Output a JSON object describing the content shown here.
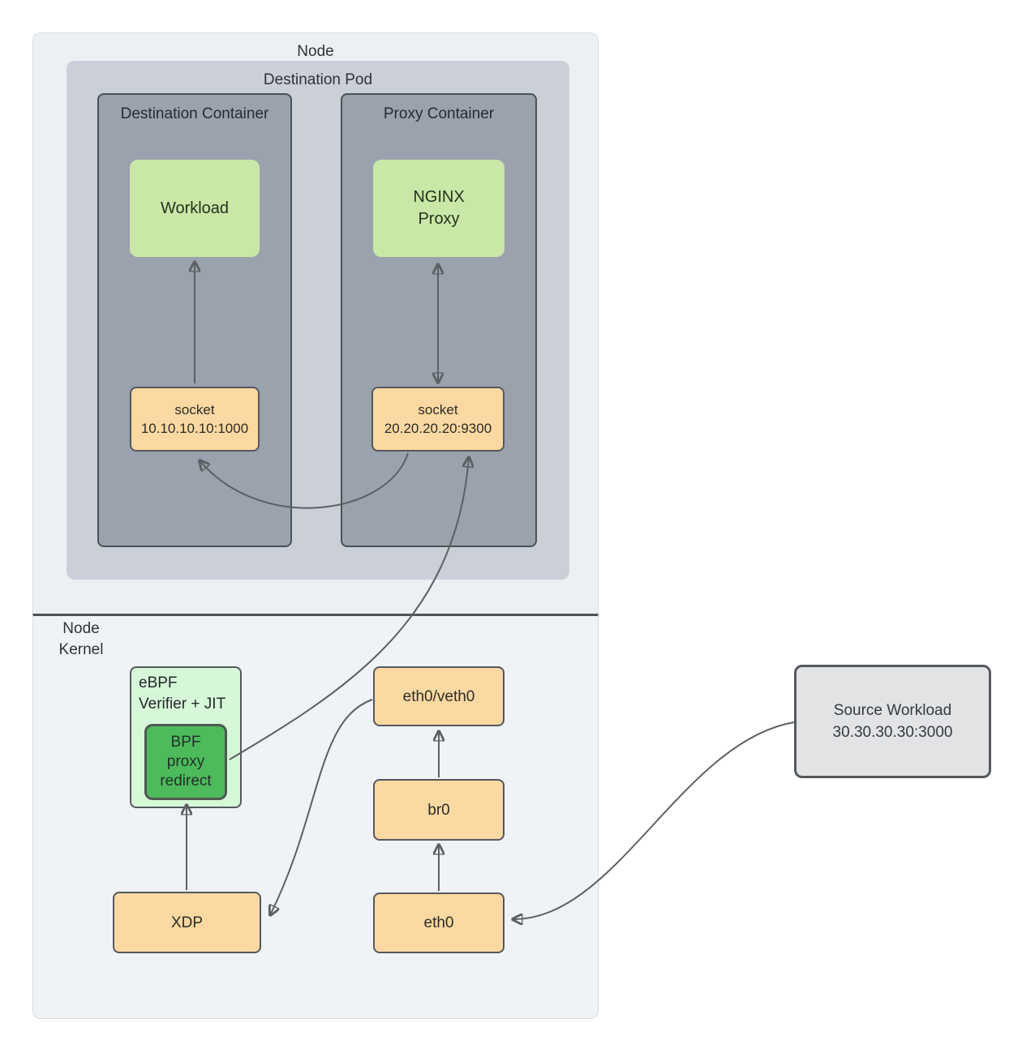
{
  "node": {
    "label": "Node"
  },
  "pod": {
    "label": "Destination Pod"
  },
  "dest_container": {
    "label": "Destination Container"
  },
  "proxy_container": {
    "label": "Proxy Container"
  },
  "workload": {
    "label": "Workload"
  },
  "nginx": {
    "line1": "NGINX",
    "line2": "Proxy"
  },
  "socket_dest": {
    "line1": "socket",
    "line2": "10.10.10.10:1000"
  },
  "socket_proxy": {
    "line1": "socket",
    "line2": "20.20.20.20:9300"
  },
  "kernel": {
    "line1": "Node",
    "line2": "Kernel"
  },
  "ebpf": {
    "line1": "eBPF",
    "line2": "Verifier + JIT"
  },
  "bpf": {
    "line1": "BPF",
    "line2": "proxy",
    "line3": "redirect"
  },
  "eth0_veth0": {
    "label": "eth0/veth0"
  },
  "br0": {
    "label": "br0"
  },
  "eth0": {
    "label": "eth0"
  },
  "xdp": {
    "label": "XDP"
  },
  "source": {
    "line1": "Source Workload",
    "line2": "30.30.30.30:3000"
  },
  "colors": {
    "workload_green": "#c9e7a6",
    "ebpf_light_green": "#d7f8d8",
    "bpf_green": "#4dba5c",
    "interface_orange": "#fcd9a2",
    "pod_gray": "#cbd0d8",
    "container_gray": "#9aa2ad",
    "source_gray": "#e2e3e5",
    "node_background": "#edf0f3",
    "kernel_background": "#f0f3f5",
    "arrow": "#5b6065",
    "divider": "#4e5358"
  }
}
